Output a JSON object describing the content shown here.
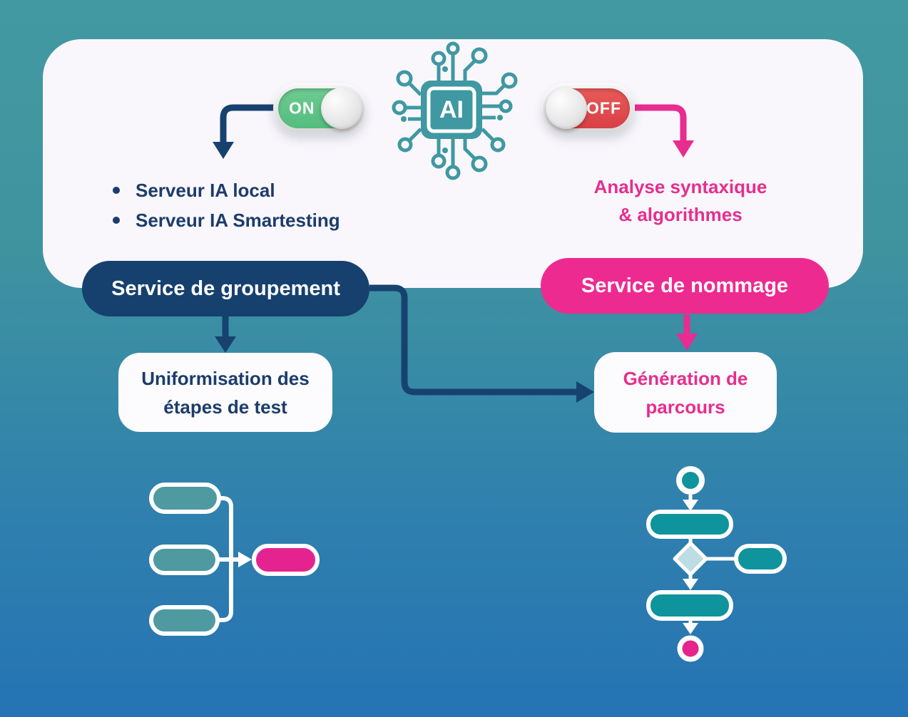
{
  "background": {
    "gradient_top": "#4399a1",
    "gradient_bottom": "#2573b4"
  },
  "card": {
    "background": "#f9f7fc"
  },
  "accents": {
    "navy": "#17426f",
    "pink": "#e82c90",
    "teal": "#3f98a2"
  },
  "toggles": {
    "on": {
      "label": "ON",
      "track_color": "#5cc287"
    },
    "off": {
      "label": "OFF",
      "track_color": "#e2484e"
    }
  },
  "ai_chip": {
    "label": "AI",
    "color": "#3f98a2"
  },
  "left_branch": {
    "servers": [
      "Serveur IA local",
      "Serveur IA Smartesting"
    ],
    "service_label": "Service de groupement",
    "service_color": "#16406e",
    "outcome_line1": "Uniformisation des",
    "outcome_line2": "étapes de test"
  },
  "right_branch": {
    "method_line1": "Analyse syntaxique",
    "method_line2": "& algorithmes",
    "service_label": "Service de nommage",
    "service_color": "#ed2a90",
    "outcome_line1": "Génération de",
    "outcome_line2": "parcours"
  },
  "mini_diagrams": {
    "grouping_node_color": "#4f99a1",
    "grouping_result_color": "#e52390",
    "path_node_color": "#0f949e",
    "decision_color": "#bcdde3",
    "end_node_color": "#e3258c"
  }
}
